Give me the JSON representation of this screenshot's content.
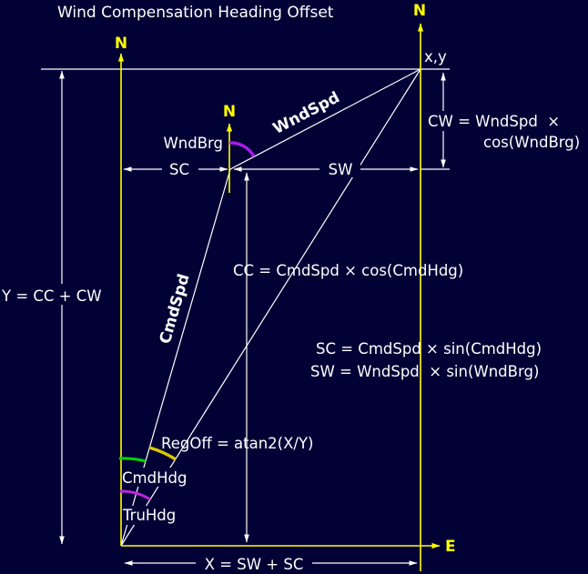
{
  "title": "Wind Compensation Heading Offset",
  "colors": {
    "background": "#020135",
    "axis": "#ffff00",
    "line": "#ffffff",
    "text": "#ffffff",
    "arc_wndbrg": "#a41ee6",
    "arc_cmdhdg": "#00d400",
    "arc_regoff": "#d9c900",
    "arc_truhdg": "#bc28d8"
  },
  "axes": {
    "north": "N",
    "east": "E"
  },
  "points": {
    "result": "x,y"
  },
  "vectors": {
    "wind_speed": "WndSpd",
    "command_speed": "CmdSpd"
  },
  "angles": {
    "wind_bearing": "WndBrg",
    "command_heading": "CmdHdg",
    "true_heading": "TruHdg"
  },
  "dimensions": {
    "sc": "SC",
    "sw": "SW"
  },
  "formulas": {
    "cw_line1": "CW = WndSpd  ×",
    "cw_line2": "cos(WndBrg)",
    "cc": "CC = CmdSpd × cos(CmdHdg)",
    "sc": "SC = CmdSpd × sin(CmdHdg)",
    "sw": "SW = WndSpd  × sin(WndBrg)",
    "reg_off": "RegOff = atan2(X/Y)",
    "y_total": "Y = CC + CW",
    "x_total": "X = SW + SC"
  }
}
